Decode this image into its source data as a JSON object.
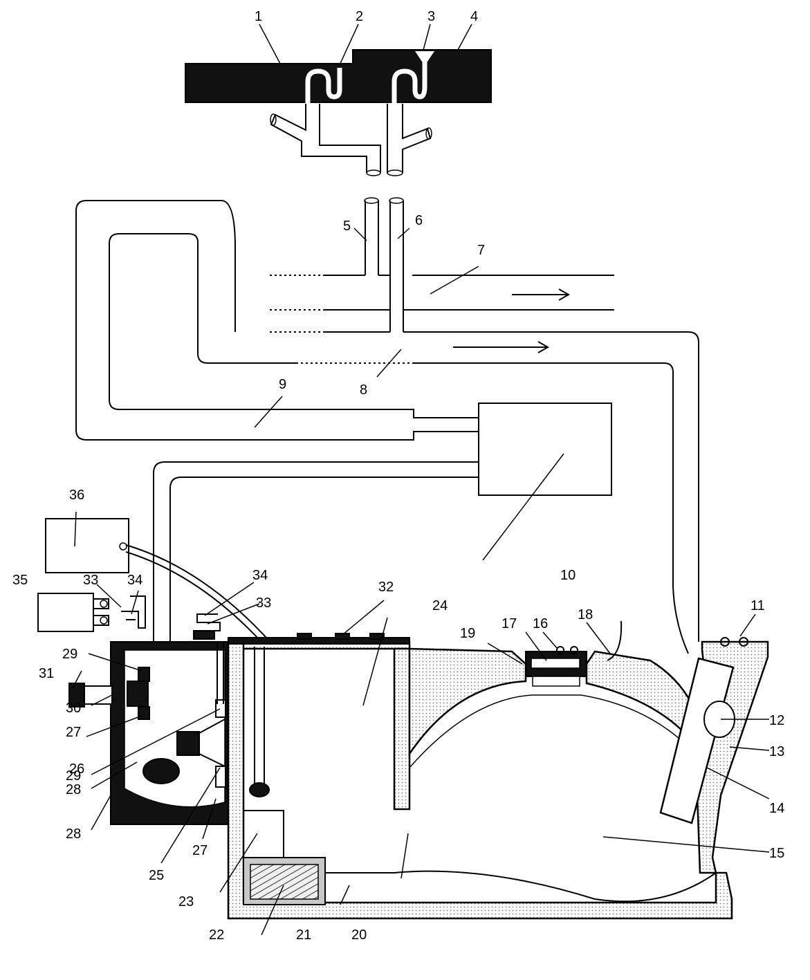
{
  "labels": [
    "1",
    "2",
    "3",
    "4",
    "5",
    "6",
    "7",
    "8",
    "9",
    "10",
    "11",
    "12",
    "13",
    "14",
    "15",
    "16",
    "17",
    "18",
    "19",
    "20",
    "21",
    "22",
    "23",
    "24",
    "25",
    "26",
    "27",
    "28",
    "29",
    "30",
    "31",
    "32",
    "33",
    "34",
    "35",
    "36"
  ],
  "colors": {
    "wall_fill": "#d6d6d6",
    "ink": "#000000",
    "dark_block": "#111111"
  }
}
